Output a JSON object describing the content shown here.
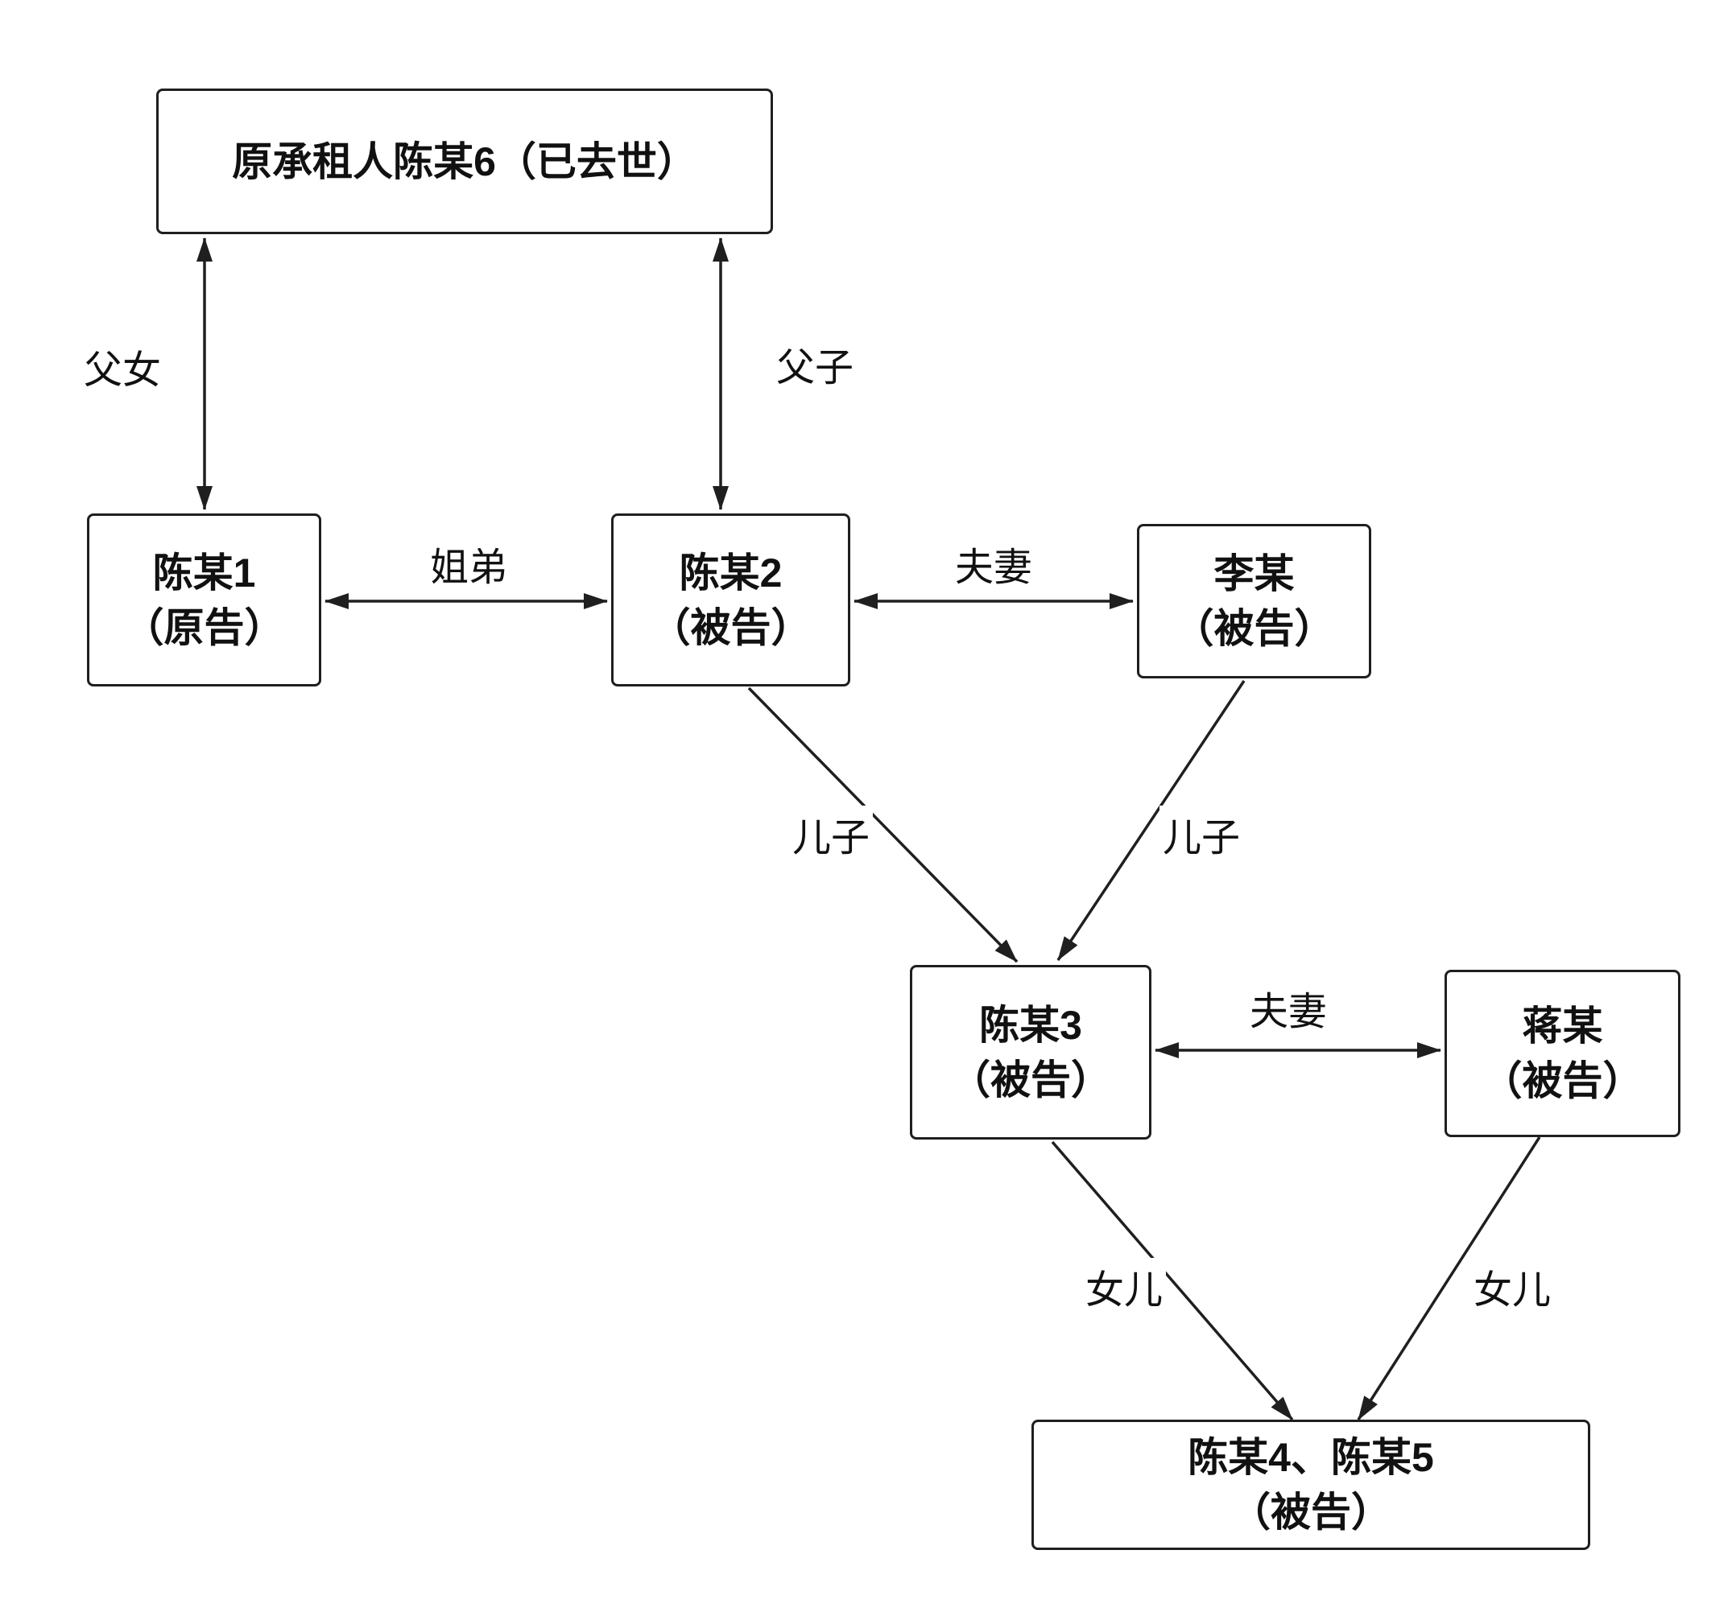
{
  "diagram": {
    "type": "family-relationship-diagram",
    "nodes": [
      {
        "id": "chen6",
        "name": "原承租人陈某6（已去世）",
        "role": ""
      },
      {
        "id": "chen1",
        "name": "陈某1",
        "role": "（原告）"
      },
      {
        "id": "chen2",
        "name": "陈某2",
        "role": "（被告）"
      },
      {
        "id": "li",
        "name": "李某",
        "role": "（被告）"
      },
      {
        "id": "chen3",
        "name": "陈某3",
        "role": "（被告）"
      },
      {
        "id": "jiang",
        "name": "蒋某",
        "role": "（被告）"
      },
      {
        "id": "chen45",
        "name": "陈某4、陈某5",
        "role": "（被告）"
      }
    ],
    "edges": [
      {
        "from": "chen6",
        "to": "chen1",
        "label": "父女",
        "arrow": "double"
      },
      {
        "from": "chen6",
        "to": "chen2",
        "label": "父子",
        "arrow": "double"
      },
      {
        "from": "chen1",
        "to": "chen2",
        "label": "姐弟",
        "arrow": "double"
      },
      {
        "from": "chen2",
        "to": "li",
        "label": "夫妻",
        "arrow": "double"
      },
      {
        "from": "chen2",
        "to": "chen3",
        "label": "儿子",
        "arrow": "single"
      },
      {
        "from": "li",
        "to": "chen3",
        "label": "儿子",
        "arrow": "single"
      },
      {
        "from": "chen3",
        "to": "jiang",
        "label": "夫妻",
        "arrow": "double"
      },
      {
        "from": "chen3",
        "to": "chen45",
        "label": "女儿",
        "arrow": "single"
      },
      {
        "from": "jiang",
        "to": "chen45",
        "label": "女儿",
        "arrow": "single"
      }
    ],
    "colors": {
      "line": "#1f1f1f",
      "box_border": "#1f1f1f",
      "box_fill": "#ffffff",
      "text": "#111111",
      "background": "#ffffff"
    }
  }
}
